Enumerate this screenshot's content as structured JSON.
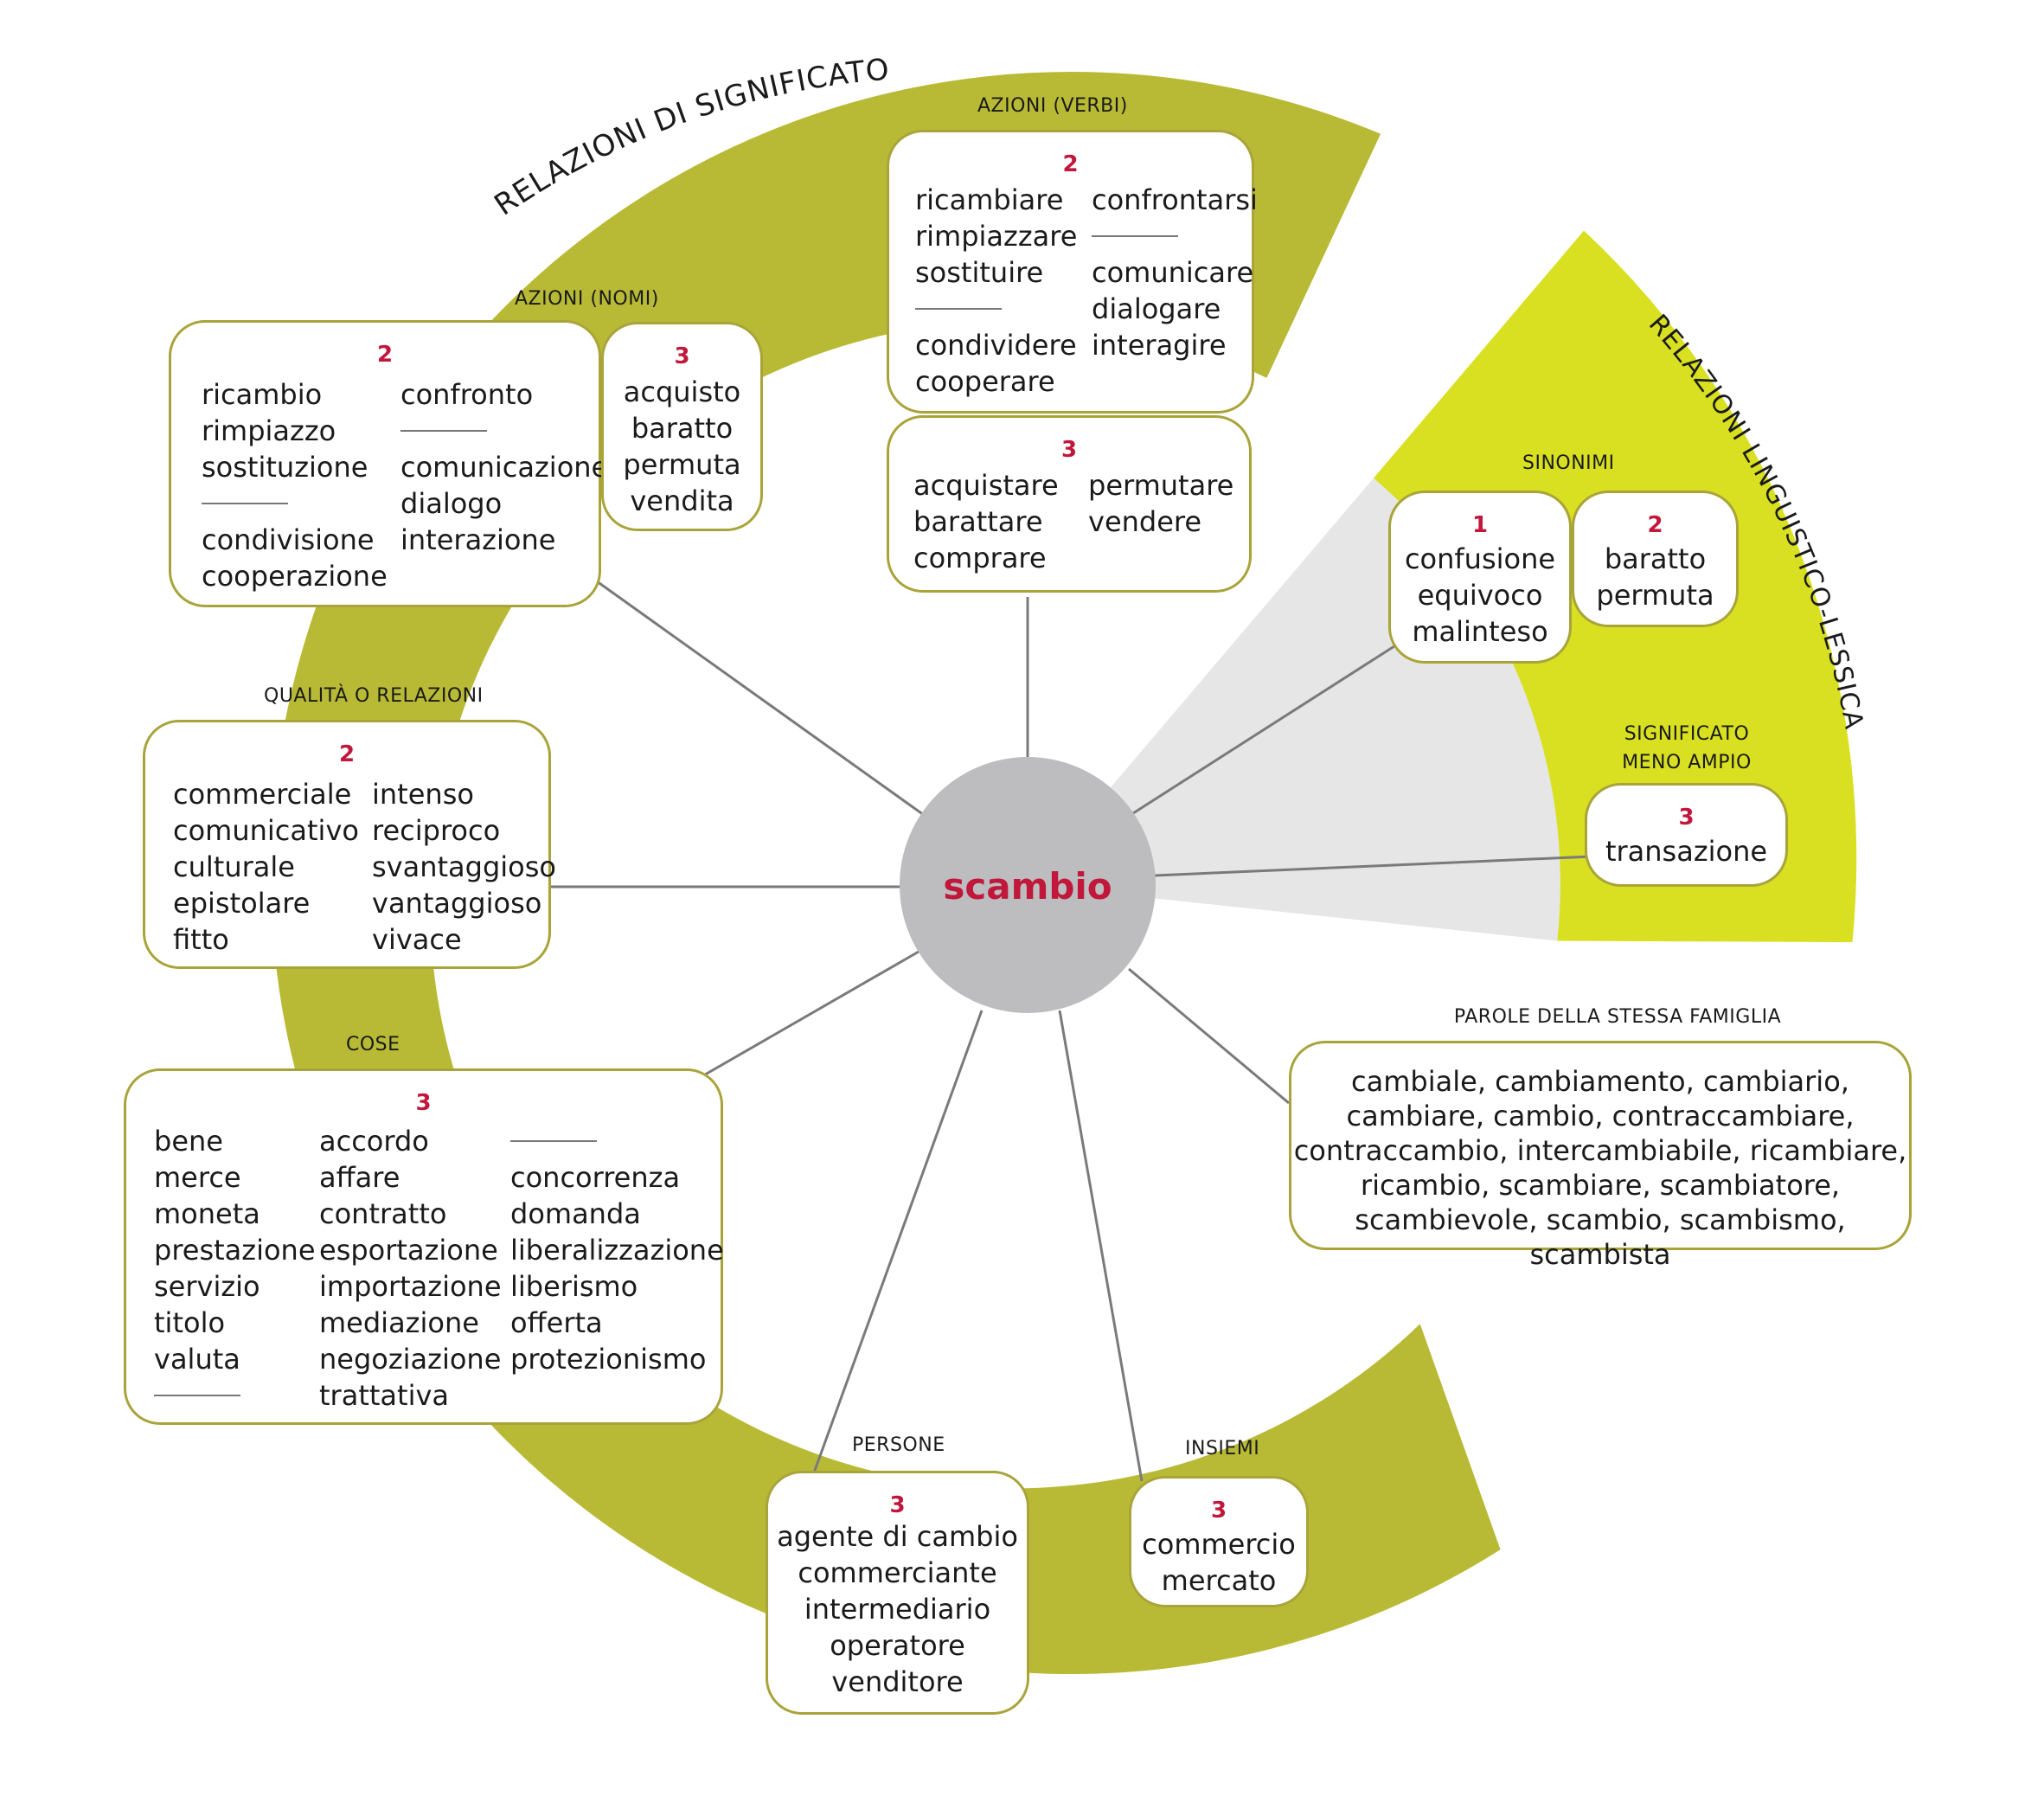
{
  "center": {
    "word": "scambio"
  },
  "arcs": {
    "semantic": "RELAZIONI DI SIGNIFICATO",
    "lexical": "RELAZIONI LINGUISTICO-LESSICALI"
  },
  "categories": {
    "azioni_verbi": "AZIONI (VERBI)",
    "azioni_nomi": "AZIONI (NOMI)",
    "qualita": "QUALITÀ O RELAZIONI",
    "cose": "COSE",
    "persone": "PERSONE",
    "insiemi": "INSIEMI",
    "sinonimi": "SINONIMI",
    "significato_meno_ampio": "SIGNIFICATO\nMENO AMPIO",
    "famiglia": "PAROLE DELLA STESSA FAMIGLIA"
  },
  "boxes": {
    "verbi2": {
      "level": "2",
      "col1": [
        "ricambiare",
        "rimpiazzare",
        "sostituire",
        "---",
        "condividere",
        "cooperare"
      ],
      "col2": [
        "confrontarsi",
        "---",
        "comunicare",
        "dialogare",
        "interagire"
      ]
    },
    "verbi3": {
      "level": "3",
      "col1": [
        "acquistare",
        "barattare",
        "comprare"
      ],
      "col2": [
        "permutare",
        "vendere"
      ]
    },
    "nomi2": {
      "level": "2",
      "col1": [
        "ricambio",
        "rimpiazzo",
        "sostituzione",
        "---",
        "condivisione",
        "cooperazione"
      ],
      "col2": [
        "confronto",
        "---",
        "comunicazione",
        "dialogo",
        "interazione"
      ]
    },
    "nomi3": {
      "level": "3",
      "col1": [
        "acquisto",
        "baratto",
        "permuta",
        "vendita"
      ]
    },
    "qualita2": {
      "level": "2",
      "col1": [
        "commerciale",
        "comunicativo",
        "culturale",
        "epistolare",
        "fitto"
      ],
      "col2": [
        "intenso",
        "reciproco",
        "svantaggioso",
        "vantaggioso",
        "vivace"
      ]
    },
    "cose3": {
      "level": "3",
      "col1": [
        "bene",
        "merce",
        "moneta",
        "prestazione",
        "servizio",
        "titolo",
        "valuta",
        "---"
      ],
      "col2": [
        "accordo",
        "affare",
        "contratto",
        "esportazione",
        "importazione",
        "mediazione",
        "negoziazione",
        "trattativa"
      ],
      "col3": [
        "---",
        "concorrenza",
        "domanda",
        "liberalizzazione",
        "liberismo",
        "offerta",
        "protezionismo"
      ]
    },
    "persone3": {
      "level": "3",
      "col1": [
        "agente di cambio",
        "commerciante",
        "intermediario",
        "operatore",
        "venditore"
      ]
    },
    "insiemi3": {
      "level": "3",
      "col1": [
        "commercio",
        "mercato"
      ]
    },
    "sinonimi1": {
      "level": "1",
      "col1": [
        "confusione",
        "equivoco",
        "malinteso"
      ]
    },
    "sinonimi2": {
      "level": "2",
      "col1": [
        "baratto",
        "permuta"
      ]
    },
    "meno3": {
      "level": "3",
      "col1": [
        "transazione"
      ]
    }
  },
  "famiglia_lines": [
    "cambiale, cambiamento, cambiario,",
    "cambiare, cambio, contraccambiare,",
    "contraccambio, intercambiabile, ricambiare,",
    "ricambio, scambiare, scambiatore,",
    "scambievole, scambio, scambismo, scambista"
  ],
  "colors": {
    "olive": "#b8ba36",
    "lime": "#d8e021",
    "grey_sector": "#e6e6e6",
    "center": "#bdbdc0",
    "accent_red": "#c1173a",
    "box_border": "#a9a43a",
    "connector": "#7a7a7a"
  }
}
